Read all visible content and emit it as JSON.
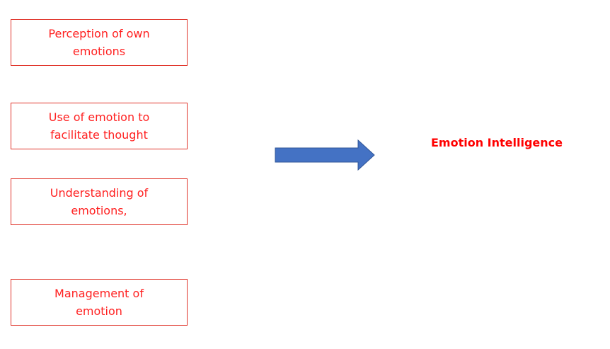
{
  "diagram": {
    "components": [
      {
        "label": "Perception of own\nemotions"
      },
      {
        "label": "Use of emotion to\nfacilitate thought"
      },
      {
        "label": "Understanding of\nemotions,"
      },
      {
        "label": "Management of\nemotion"
      }
    ],
    "result": "Emotion Intelligence",
    "arrow_icon": "right-arrow-icon",
    "colors": {
      "box_border": "#e0342a",
      "box_text": "#ff2020",
      "result_text": "#ff0000",
      "arrow_fill": "#4472c4",
      "arrow_stroke": "#2f5597"
    }
  }
}
